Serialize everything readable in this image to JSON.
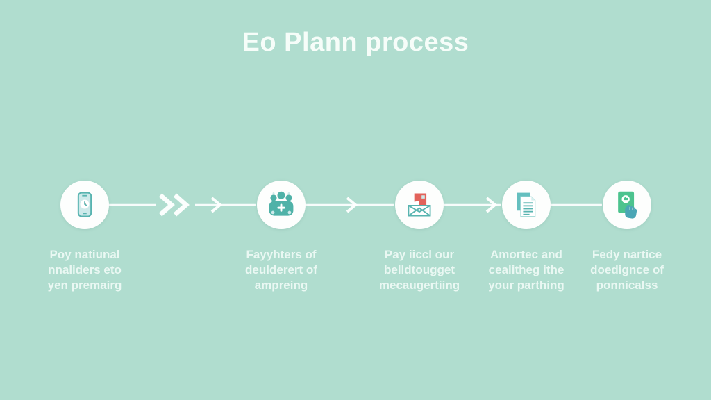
{
  "title": "Eo Plann process",
  "colors": {
    "background": "#b0ddcf",
    "circle_fill": "#fdfefd",
    "icon_teal": "#54b2ae",
    "icon_teal_light": "#cdeaea",
    "icon_coral": "#e2635b",
    "icon_green": "#4cc38e",
    "icon_hand_teal": "#4aa6b5",
    "connector_white": "#ffffff",
    "text_white": "#faf ffd"
  },
  "steps": [
    {
      "icon": "smartphone-icon",
      "label_lines": [
        "Poy natiunal",
        "nnaliders eto",
        "yen premairg"
      ]
    },
    {
      "icon": "team-icon",
      "label_lines": [
        "Fayyhters of",
        "deulderert of",
        "ampreing"
      ]
    },
    {
      "icon": "envelope-letter-icon",
      "label_lines": [
        "Pay iiccl our",
        "belldtougget",
        "mecaugertiing"
      ]
    },
    {
      "icon": "documents-icon",
      "label_lines": [
        "Amortec and",
        "cealitheg ithe",
        "your parthing"
      ]
    },
    {
      "icon": "hand-tap-icon",
      "label_lines": [
        "Fedy nartice",
        "doedignce of",
        "ponnicalss"
      ]
    }
  ],
  "connectors": {
    "style": "white lines with chevron arrowheads, double chevron between step 1 and 2"
  }
}
